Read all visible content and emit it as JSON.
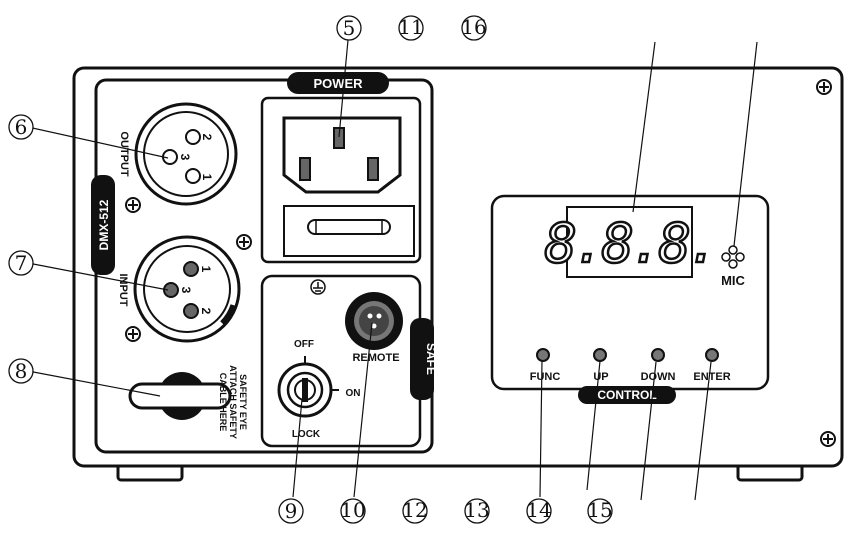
{
  "callouts": {
    "c5": "5",
    "c11": "11",
    "c16": "16",
    "c6": "6",
    "c7": "7",
    "c8": "8",
    "c9": "9",
    "c10": "10",
    "c12": "12",
    "c13": "13",
    "c14": "14",
    "c15": "15"
  },
  "panel": {
    "power_label": "POWER",
    "dmx_label": "DMX-512",
    "output_label": "OUTPUT",
    "input_label": "INPUT",
    "pins": {
      "one": "1",
      "two": "2",
      "three": "3"
    },
    "remote_label": "REMOTE",
    "safe_label": "SAFE",
    "off_label": "OFF",
    "on_label": "ON",
    "lock_label": "LOCK",
    "safety_eye_lines": [
      "SAFETY EYE",
      "ATTACH SAFETY",
      "CABLE HERE"
    ],
    "display_text": "8.8.8.",
    "mic_label": "MIC",
    "control_label": "CONTROL",
    "buttons": [
      "FUNC",
      "UP",
      "DOWN",
      "ENTER"
    ]
  },
  "icons": [
    "screw-icon",
    "ground-icon",
    "microphone-icon",
    "fuse-icon",
    "key-icon"
  ]
}
